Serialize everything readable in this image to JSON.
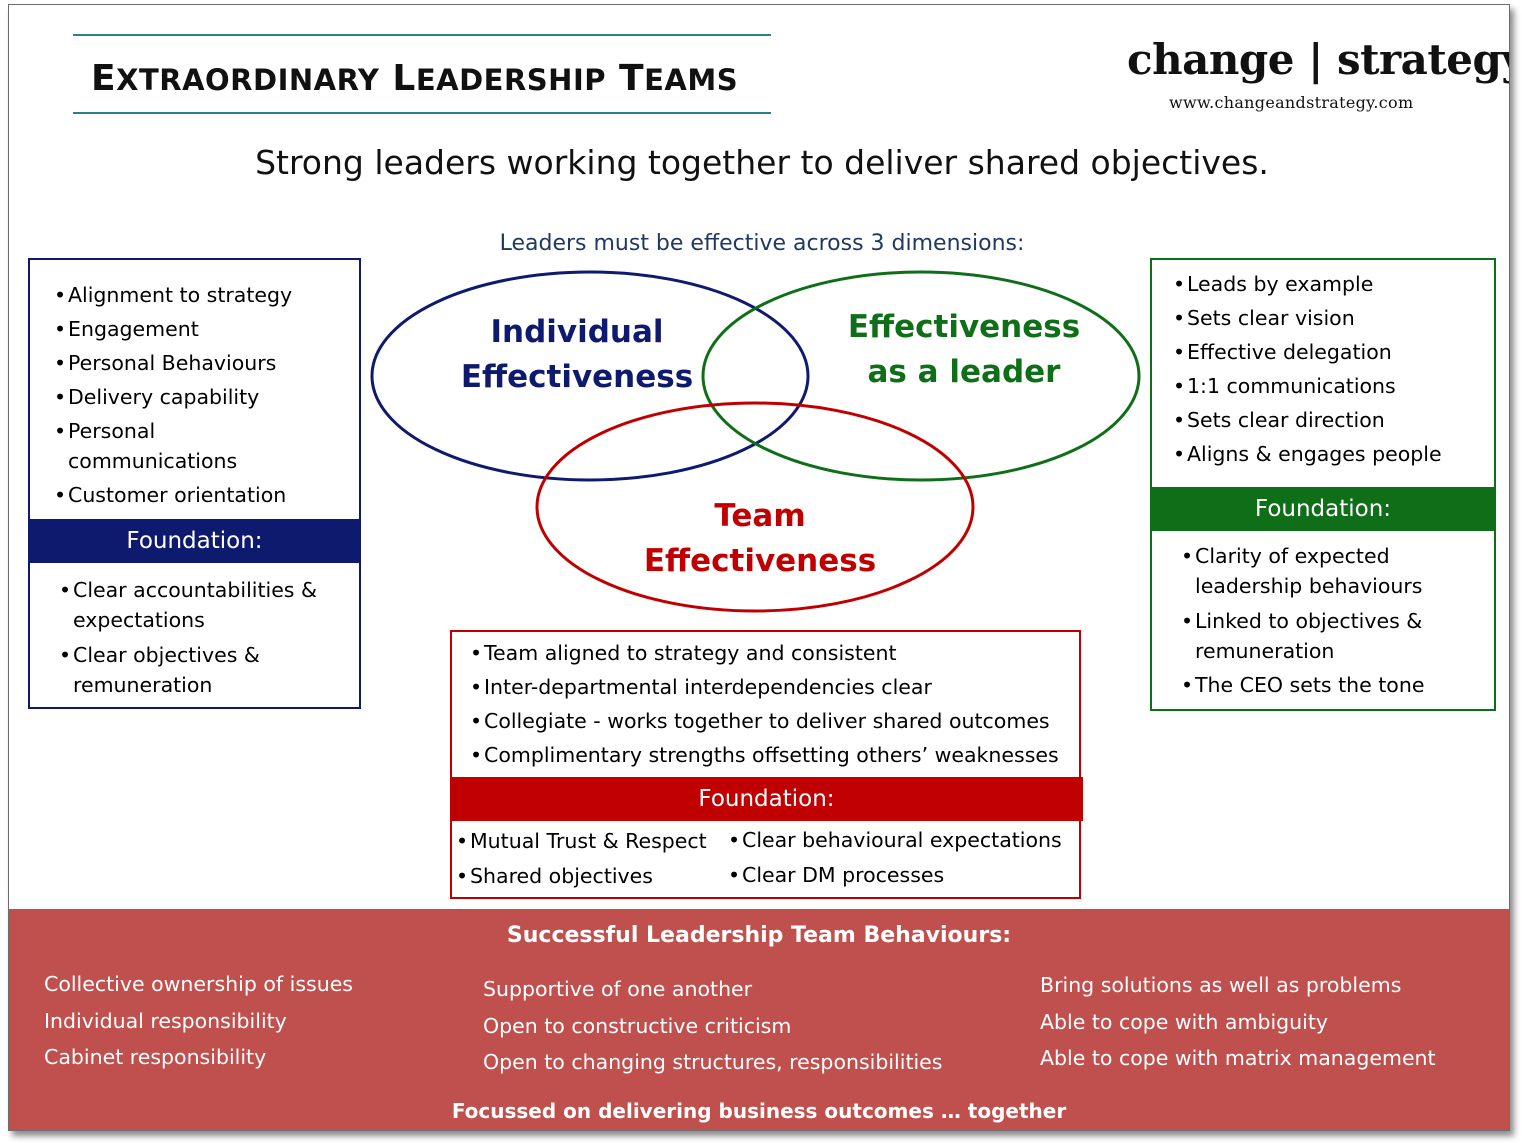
{
  "title": {
    "first_cap": "E",
    "first_rest": "XTRAORDINARY",
    "second_cap": "L",
    "second_rest": "EADERSHIP",
    "third_cap": "T",
    "third_rest": "EAMS"
  },
  "logo": {
    "text": "change | strategy",
    "url": "www.changeandstrategy.com"
  },
  "subtitle": "Strong leaders working together to deliver shared objectives.",
  "dimensions_label": "Leaders must be effective across 3 dimensions:",
  "colors": {
    "navy": "#0d1a6e",
    "green": "#0f6e18",
    "red": "#c00000",
    "teal_rule": "#2e7f80",
    "bottom_band": "#c0504d"
  },
  "circles": {
    "individual": [
      "Individual",
      "Effectiveness"
    ],
    "leader": [
      "Effectiveness",
      "as a leader"
    ],
    "team": [
      "Team",
      "Effectiveness"
    ]
  },
  "left_box": {
    "items": [
      "Alignment to strategy",
      "Engagement",
      "Personal Behaviours",
      "Delivery capability",
      "Personal",
      "communications",
      "Customer orientation"
    ],
    "foundation_label": "Foundation:",
    "foundation_items": [
      "Clear accountabilities &",
      "expectations",
      "Clear objectives &",
      "remuneration"
    ]
  },
  "right_box": {
    "items": [
      "Leads by example",
      "Sets clear vision",
      "Effective delegation",
      "1:1 communications",
      "Sets clear direction",
      "Aligns & engages people"
    ],
    "foundation_label": "Foundation:",
    "foundation_items": [
      "Clarity of expected",
      "leadership behaviours",
      "Linked to objectives &",
      "remuneration",
      "The CEO sets the tone"
    ]
  },
  "center_box": {
    "items": [
      "Team aligned to strategy and consistent",
      "Inter-departmental interdependencies clear",
      "Collegiate - works together to deliver shared outcomes",
      "Complimentary strengths offsetting others’ weaknesses"
    ],
    "foundation_label": "Foundation:",
    "foundation_left": [
      "Mutual Trust & Respect",
      "Shared objectives"
    ],
    "foundation_right": [
      "Clear  behavioural expectations",
      "Clear DM processes"
    ]
  },
  "behaviours": {
    "header": "Successful Leadership Team Behaviours:",
    "col1": [
      "Collective ownership of issues",
      "Individual responsibility",
      "Cabinet responsibility"
    ],
    "col2": [
      "Supportive of one another",
      "Open to constructive criticism",
      "Open to changing structures, responsibilities"
    ],
    "col3": [
      "Bring solutions as well as problems",
      "Able to cope with ambiguity",
      "Able to cope with matrix management"
    ],
    "footer": "Focussed on delivering business outcomes … together"
  }
}
